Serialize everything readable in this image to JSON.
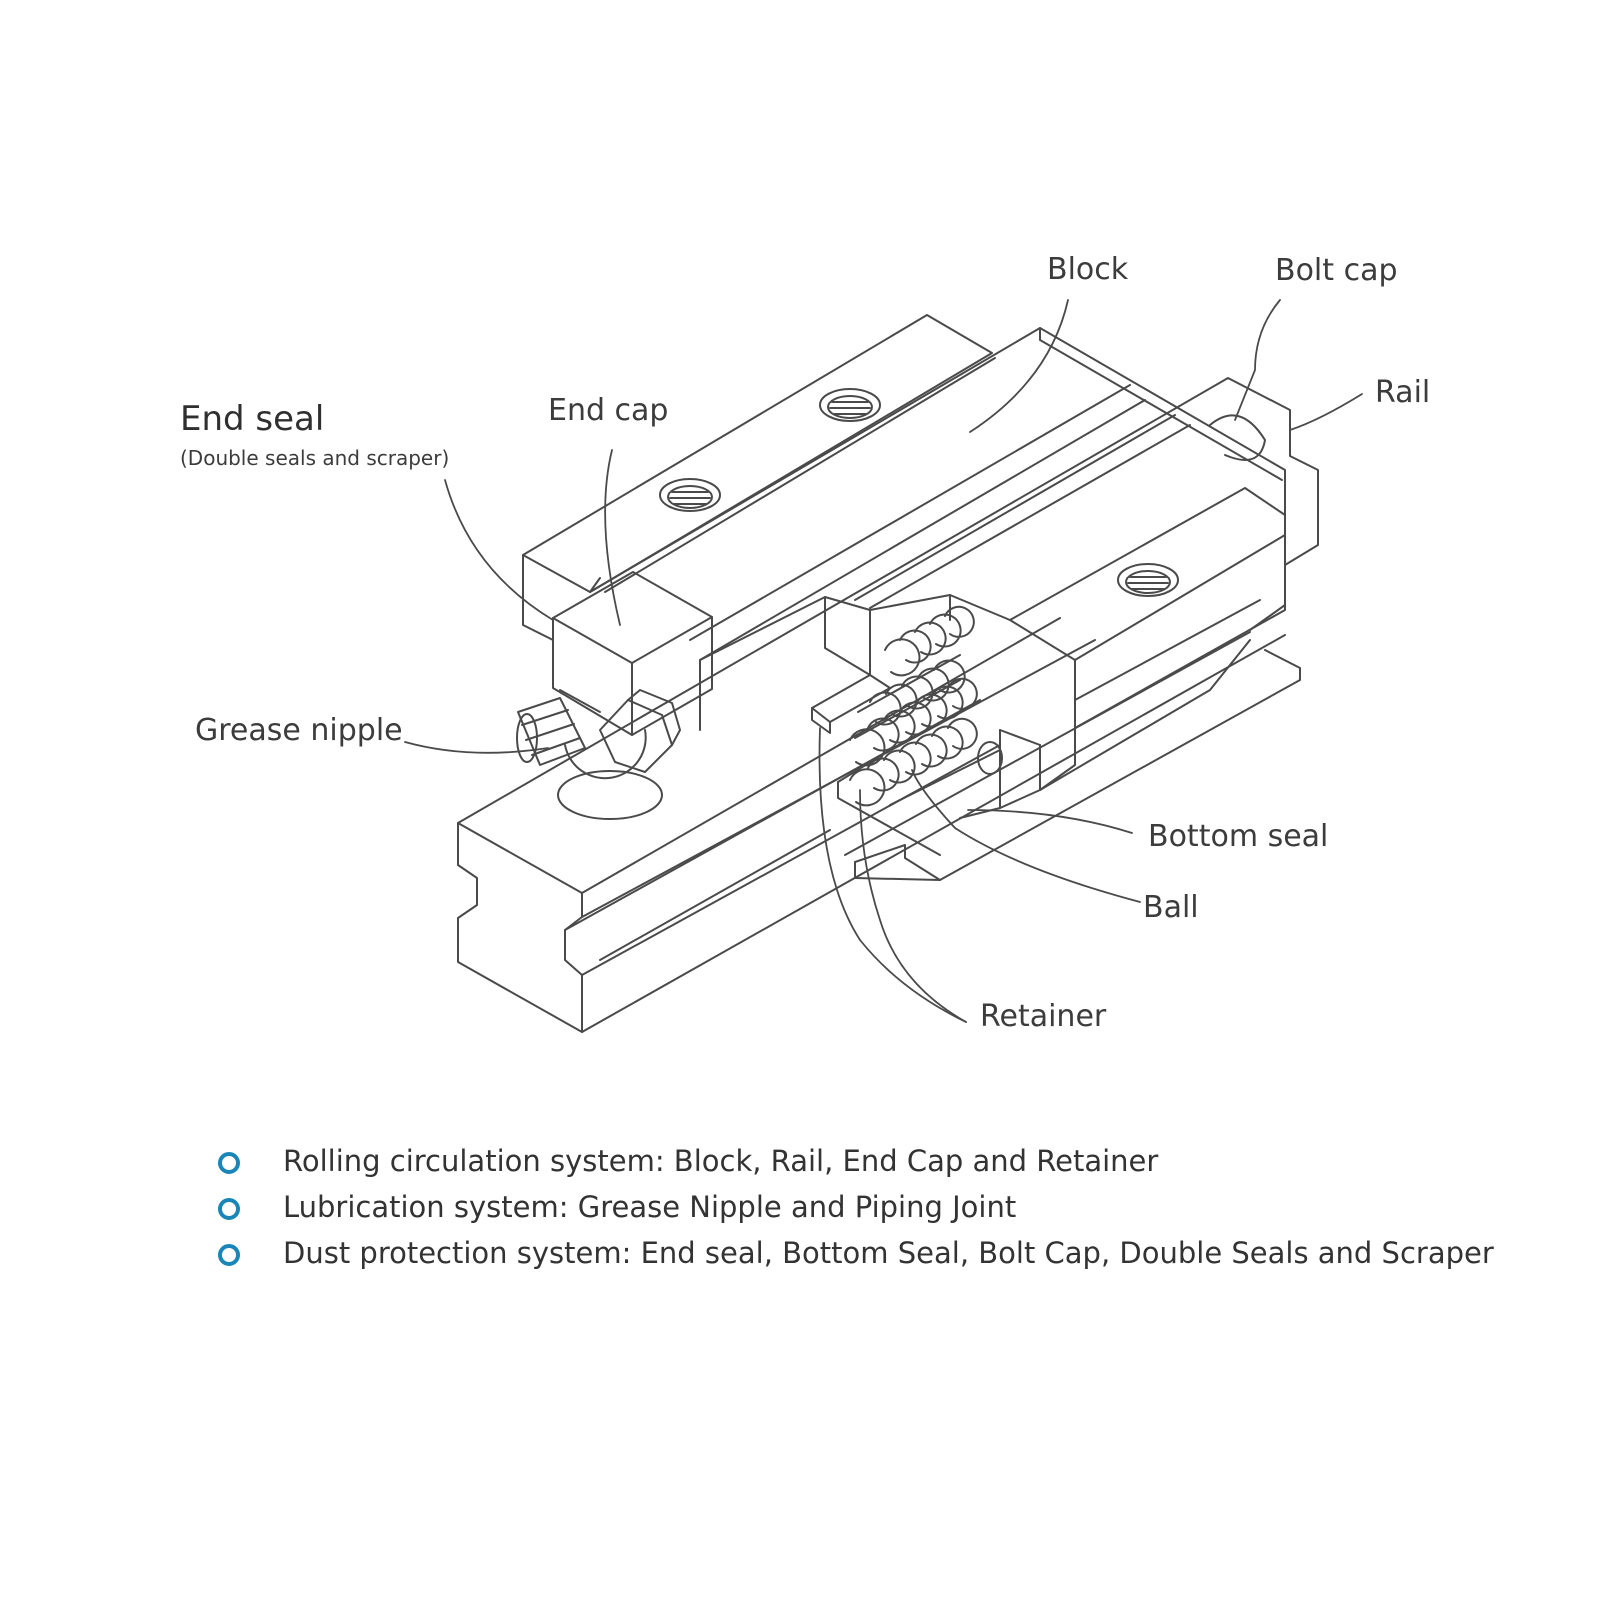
{
  "labels": {
    "end_seal": "End seal",
    "end_seal_sub": "(Double seals and scraper)",
    "end_cap": "End cap",
    "block": "Block",
    "bolt_cap": "Bolt cap",
    "rail": "Rail",
    "grease_nipple": "Grease nipple",
    "bottom_seal": "Bottom seal",
    "ball": "Ball",
    "retainer": "Retainer"
  },
  "bullets": [
    "Rolling circulation system: Block, Rail, End Cap and Retainer",
    "Lubrication system: Grease Nipple and Piping Joint",
    "Dust protection system: End seal, Bottom Seal, Bolt Cap, Double Seals and Scraper"
  ],
  "colors": {
    "line": "#4a4a4a",
    "bullet": "#1a86b8"
  }
}
